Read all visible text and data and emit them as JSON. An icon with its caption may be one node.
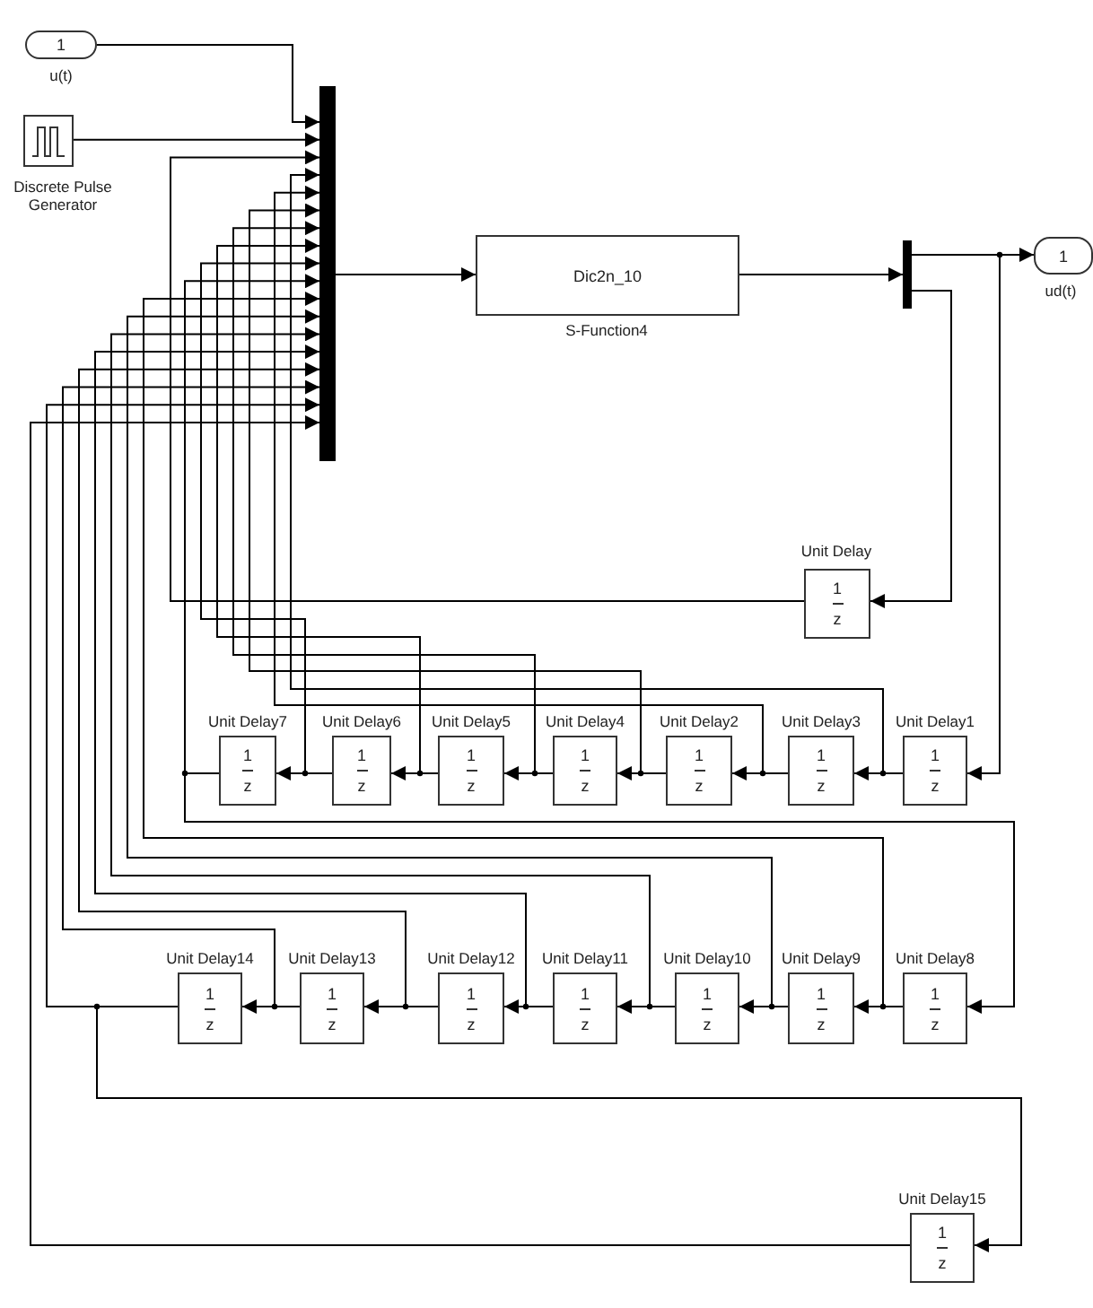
{
  "diagram": {
    "nodes": [
      {
        "text": [
          "1"
        ],
        "beside": [
          "u(t)"
        ]
      },
      {
        "text": [],
        "shape": "box",
        "beside": [
          "Discrete Pulse Generator"
        ]
      },
      {
        "text": [],
        "shape": "bar"
      },
      {
        "text": [
          "Dic2n_10"
        ],
        "beside": [
          "S-Function4"
        ]
      },
      {
        "text": [],
        "shape": "bar"
      },
      {
        "text": [
          "1"
        ],
        "beside": [
          "ud(t)"
        ]
      },
      {
        "text": [
          "1",
          "z"
        ],
        "beside": [
          "Unit Delay"
        ]
      },
      {
        "text": [
          "1",
          "z"
        ],
        "beside": [
          "Unit Delay7"
        ]
      },
      {
        "text": [
          "1",
          "z"
        ],
        "beside": [
          "Unit Delay6"
        ]
      },
      {
        "text": [
          "1",
          "z"
        ],
        "beside": [
          "Unit Delay5"
        ]
      },
      {
        "text": [
          "1",
          "z"
        ],
        "beside": [
          "Unit Delay4"
        ]
      },
      {
        "text": [
          "1",
          "z"
        ],
        "beside": [
          "Unit Delay2"
        ]
      },
      {
        "text": [
          "1",
          "z"
        ],
        "beside": [
          "Unit Delay3"
        ]
      },
      {
        "text": [
          "1",
          "z"
        ],
        "beside": [
          "Unit Delay1"
        ]
      },
      {
        "text": [
          "1",
          "z"
        ],
        "beside": [
          "Unit Delay14"
        ]
      },
      {
        "text": [
          "1",
          "z"
        ],
        "beside": [
          "Unit Delay13"
        ]
      },
      {
        "text": [
          "1",
          "z"
        ],
        "beside": [
          "Unit Delay12"
        ]
      },
      {
        "text": [
          "1",
          "z"
        ],
        "beside": [
          "Unit Delay11"
        ]
      },
      {
        "text": [
          "1",
          "z"
        ],
        "beside": [
          "Unit Delay10"
        ]
      },
      {
        "text": [
          "1",
          "z"
        ],
        "beside": [
          "Unit Delay9"
        ]
      },
      {
        "text": [
          "1",
          "z"
        ],
        "beside": [
          "Unit Delay8"
        ]
      },
      {
        "text": [
          "1",
          "z"
        ],
        "beside": [
          "Unit Delay15"
        ]
      }
    ],
    "edges": [
      {
        "from": 0,
        "to": 2,
        "arrow": "to"
      },
      {
        "from": 1,
        "to": 2,
        "arrow": "to"
      },
      {
        "from": 2,
        "to": 3,
        "arrow": "to"
      },
      {
        "from": 3,
        "to": 4,
        "arrow": "to"
      },
      {
        "from": 4,
        "to": 5,
        "arrow": "to"
      },
      {
        "from": 4,
        "to": 6,
        "arrow": "to"
      },
      {
        "from": 6,
        "to": 2,
        "arrow": "to"
      },
      {
        "from": 4,
        "to": 13,
        "arrow": "to"
      },
      {
        "from": 13,
        "to": 12,
        "arrow": "to"
      },
      {
        "from": 12,
        "to": 11,
        "arrow": "to"
      },
      {
        "from": 11,
        "to": 10,
        "arrow": "to"
      },
      {
        "from": 10,
        "to": 9,
        "arrow": "to"
      },
      {
        "from": 9,
        "to": 8,
        "arrow": "to"
      },
      {
        "from": 8,
        "to": 7,
        "arrow": "to"
      },
      {
        "from": 7,
        "to": 20,
        "arrow": "to"
      },
      {
        "from": 20,
        "to": 19,
        "arrow": "to"
      },
      {
        "from": 19,
        "to": 18,
        "arrow": "to"
      },
      {
        "from": 18,
        "to": 17,
        "arrow": "to"
      },
      {
        "from": 17,
        "to": 16,
        "arrow": "to"
      },
      {
        "from": 16,
        "to": 15,
        "arrow": "to"
      },
      {
        "from": 15,
        "to": 14,
        "arrow": "to"
      },
      {
        "from": 14,
        "to": 21,
        "arrow": "to"
      },
      {
        "from": 13,
        "to": 2,
        "arrow": "to"
      },
      {
        "from": 12,
        "to": 2,
        "arrow": "to"
      },
      {
        "from": 11,
        "to": 2,
        "arrow": "to"
      },
      {
        "from": 10,
        "to": 2,
        "arrow": "to"
      },
      {
        "from": 9,
        "to": 2,
        "arrow": "to"
      },
      {
        "from": 8,
        "to": 2,
        "arrow": "to"
      },
      {
        "from": 7,
        "to": 2,
        "arrow": "to"
      },
      {
        "from": 20,
        "to": 2,
        "arrow": "to"
      },
      {
        "from": 19,
        "to": 2,
        "arrow": "to"
      },
      {
        "from": 18,
        "to": 2,
        "arrow": "to"
      },
      {
        "from": 17,
        "to": 2,
        "arrow": "to"
      },
      {
        "from": 16,
        "to": 2,
        "arrow": "to"
      },
      {
        "from": 15,
        "to": 2,
        "arrow": "to"
      },
      {
        "from": 14,
        "to": 2,
        "arrow": "to"
      },
      {
        "from": 21,
        "to": 2,
        "arrow": "to"
      }
    ]
  }
}
